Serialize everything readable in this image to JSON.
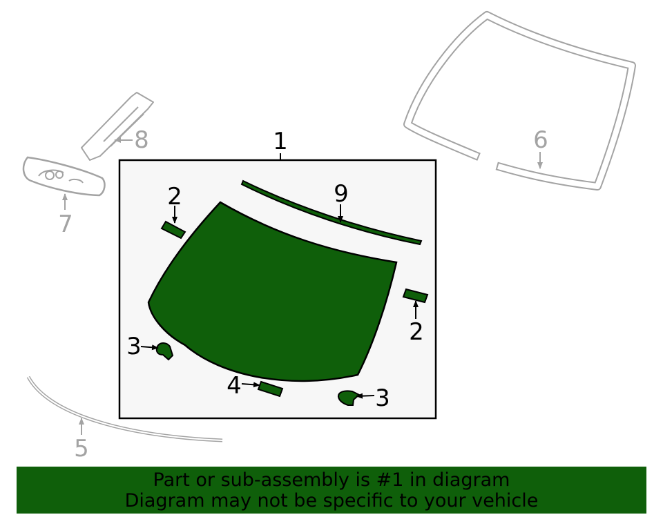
{
  "callouts": {
    "c1": "1",
    "c2a": "2",
    "c2b": "2",
    "c3a": "3",
    "c3b": "3",
    "c4": "4",
    "c5": "5",
    "c6": "6",
    "c7": "7",
    "c8": "8",
    "c9": "9"
  },
  "banner": {
    "line1": "Part or sub-assembly is #1 in diagram",
    "line2": "Diagram may not be specific to your vehicle"
  },
  "colors": {
    "highlight": "#0f5f0a",
    "outline": "#000000",
    "ghost": "#a3a3a3",
    "box_fill": "#f7f7f7"
  }
}
